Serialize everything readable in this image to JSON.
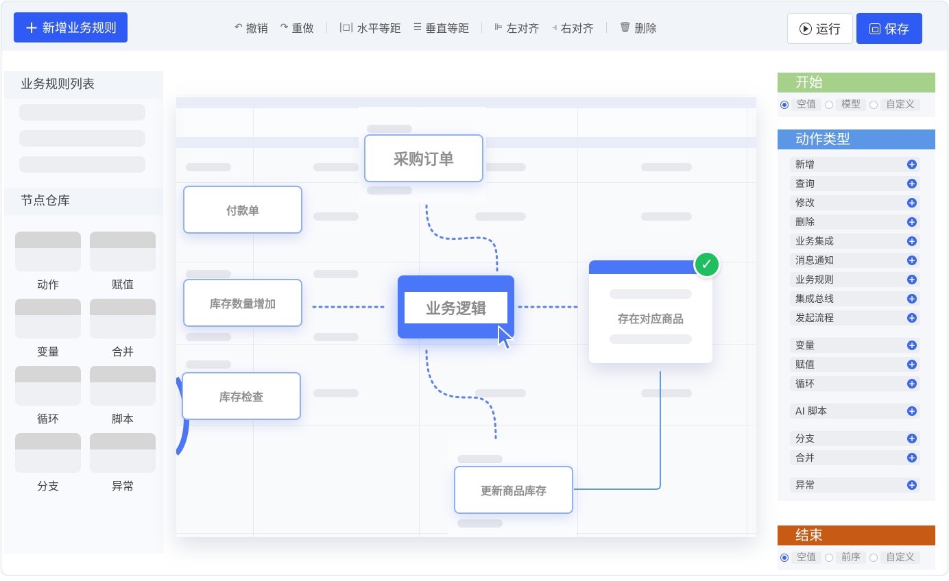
{
  "toolbar": {
    "add_rule": "新增业务规则",
    "tools": [
      {
        "icon": "undo-icon",
        "glyph": "↶",
        "label": "撤销"
      },
      {
        "icon": "redo-icon",
        "glyph": "↷",
        "label": "重做"
      },
      {
        "icon": "h-distribute-icon",
        "glyph": "|◻|",
        "label": "水平等距"
      },
      {
        "icon": "v-distribute-icon",
        "glyph": "☰",
        "label": "垂直等距"
      },
      {
        "icon": "align-left-icon",
        "glyph": "⊫",
        "label": "左对齐"
      },
      {
        "icon": "align-right-icon",
        "glyph": "⫣",
        "label": "右对齐"
      },
      {
        "icon": "trash-icon",
        "glyph": "🗑",
        "label": "删除"
      }
    ],
    "run": "运行",
    "save": "保存"
  },
  "left_panel": {
    "rules_title": "业务规则列表",
    "repo_title": "节点仓库",
    "nodes": [
      "动作",
      "赋值",
      "变量",
      "合并",
      "循环",
      "脚本",
      "分支",
      "异常"
    ]
  },
  "canvas": {
    "nodes": {
      "purchase": "采购订单",
      "payment": "付款单",
      "stock_add": "库存数量增加",
      "stock_check": "库存检查",
      "center": "业务逻辑",
      "has_product": "存在对应商品",
      "update_stock": "更新商品库存"
    }
  },
  "right_panel": {
    "start": {
      "title": "开始",
      "options": [
        "空值",
        "模型",
        "自定义"
      ],
      "selected": 0
    },
    "action_title": "动作类型",
    "action_groups": [
      [
        "新增",
        "查询",
        "修改",
        "删除",
        "业务集成",
        "消息通知",
        "业务规则",
        "集成总线",
        "发起流程"
      ],
      [
        "变量",
        "赋值",
        "循环"
      ],
      [
        "AI 脚本"
      ],
      [
        "分支",
        "合并"
      ],
      [
        "异常"
      ]
    ],
    "end": {
      "title": "结束",
      "options": [
        "空值",
        "前序",
        "自定义"
      ],
      "selected": 0
    }
  },
  "colors": {
    "primary": "#2f5bf5",
    "start": "#a6d18b",
    "action": "#5c96e6",
    "end": "#c75b16",
    "check": "#1fbf5f"
  }
}
